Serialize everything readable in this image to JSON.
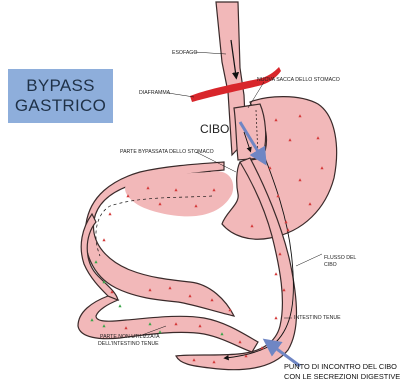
{
  "title": {
    "line1": "BYPASS",
    "line2": "GASTRICO"
  },
  "labels": {
    "esofago": "ESOFAGO",
    "diaframma": "DIAFRAMMA",
    "nuova_sacca": "NUOVA SACCA DELLO STOMACO",
    "cibo": "CIBO",
    "parte_bypassata": "PARTE BYPASSATA DELLO STOMACO",
    "flusso_line1": "FLUSSO DEL",
    "flusso_line2": "CIBO",
    "intestino_tenue": "INTESTINO TENUE",
    "parte_non_line1": "PARTE NON UTILIZZATA",
    "parte_non_line2": "DELL'INTESTINO TENUE",
    "punto_line1": "PUNTO DI INCONTRO DEL CIBO",
    "punto_line2": "CON LE SECREZIONI DIGESTIVE"
  },
  "colors": {
    "organ_fill": "#f2b8b9",
    "organ_stroke": "#3a2a2a",
    "diaphragm": "#d8262b",
    "title_box": "#8eaedb",
    "flow_arrow": "#6f86c4",
    "dots_red": "#d43a3a",
    "dots_green": "#3aa54a"
  }
}
